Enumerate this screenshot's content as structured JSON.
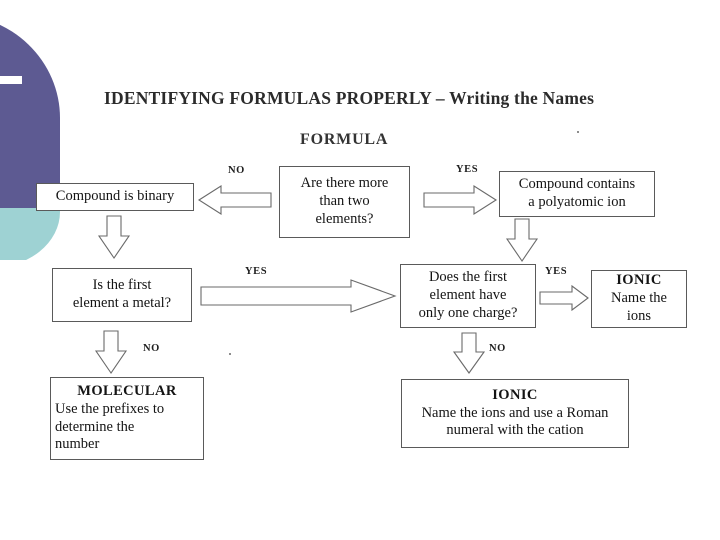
{
  "slide": {
    "title": "IDENTIFYING FORMULAS PROPERLY – Writing the Names",
    "subtitle": "FORMULA"
  },
  "theme": {
    "accent_purple": "#5d5a92",
    "accent_teal": "#9ed2d3",
    "box_border": "#5a5a5a",
    "arrow_stroke": "#6a6a6a",
    "background": "#ffffff",
    "text": "#141414"
  },
  "nodes": {
    "root_question": {
      "lines": [
        "Are there more",
        "than two",
        "elements?"
      ]
    },
    "compound_binary": {
      "lines": [
        "Compound is binary"
      ]
    },
    "polyatomic": {
      "lines": [
        "Compound contains",
        "a polyatomic ion"
      ]
    },
    "metal_question": {
      "lines": [
        "Is the first",
        "element a metal?"
      ]
    },
    "charge_question": {
      "lines": [
        "Does the first",
        "element have",
        "only one charge?"
      ]
    },
    "ionic_simple": {
      "heading": "IONIC",
      "lines": [
        "Name the",
        "ions"
      ]
    },
    "molecular": {
      "heading": "MOLECULAR",
      "lines": [
        "Use the prefixes to",
        "determine the",
        "number"
      ]
    },
    "ionic_roman": {
      "heading": "IONIC",
      "lines": [
        "Name the ions and use a Roman",
        "numeral with the cation"
      ]
    }
  },
  "branch_labels": {
    "root_no": "NO",
    "root_yes": "YES",
    "metal_yes": "YES",
    "metal_no": "NO",
    "charge_yes": "YES",
    "charge_no": "NO"
  }
}
